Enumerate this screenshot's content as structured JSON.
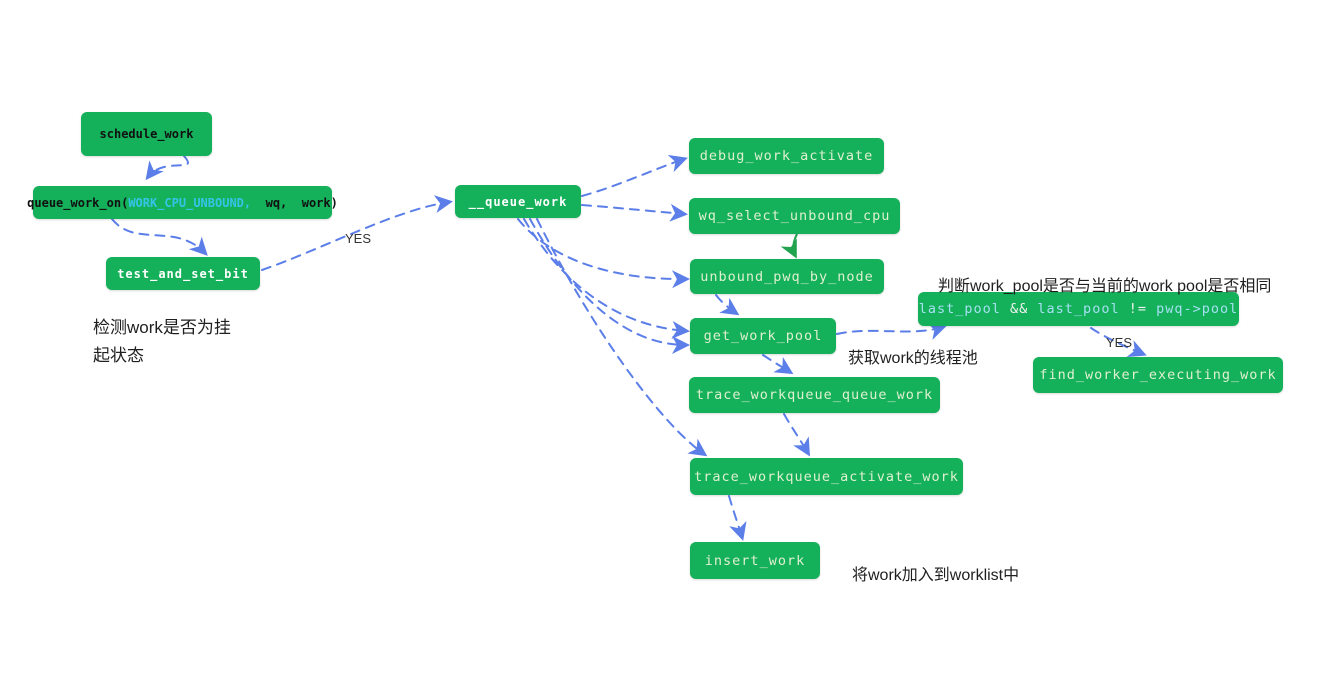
{
  "diagram": {
    "nodes": {
      "schedule_work": {
        "label": "schedule_work"
      },
      "queue_work_on": {
        "fn": "queue_work_on(",
        "arg_highlight": "WORK_CPU_UNBOUND,",
        "rest": "  wq,  work)"
      },
      "test_and_set_bit": {
        "label": "test_and_set_bit"
      },
      "queue_work": {
        "label": "__queue_work"
      },
      "debug_work_activate": {
        "label": "debug_work_activate"
      },
      "wq_select_unbound_cpu": {
        "label": "wq_select_unbound_cpu"
      },
      "unbound_pwq_by_node": {
        "label": "unbound_pwq_by_node"
      },
      "get_work_pool": {
        "label": "get_work_pool"
      },
      "trace_workqueue_queue_work": {
        "label": "trace_workqueue_queue_work"
      },
      "trace_workqueue_activate_work": {
        "label": "trace_workqueue_activate_work"
      },
      "insert_work": {
        "label": "insert_work"
      },
      "last_pool_check": {
        "p1": "last_pool",
        "p2": " && ",
        "p3": "last_pool",
        "p4": " != ",
        "p5": "pwq->pool"
      },
      "find_worker_executing_work": {
        "label": "find_worker_executing_work"
      }
    },
    "annotations": {
      "pending_check_line1": "检测work是否为挂",
      "pending_check_line2": "起状态",
      "judge_pool_note": "判断work_pool是否与当前的work pool是否相同",
      "get_pool_note": "获取work的线程池",
      "insert_note": "将work加入到worklist中",
      "yes_label_1": "YES",
      "yes_label_2": "YES"
    },
    "colors": {
      "node_green": "#14b05a",
      "arrow_blue": "#5b7ee8",
      "arrow_green": "#21a34f",
      "code_cyan": "#35c4e8",
      "pale_node_text": "#dff0d0",
      "condition_identifier": "#a5e0f2",
      "condition_operator": "#f2f2f2"
    }
  }
}
